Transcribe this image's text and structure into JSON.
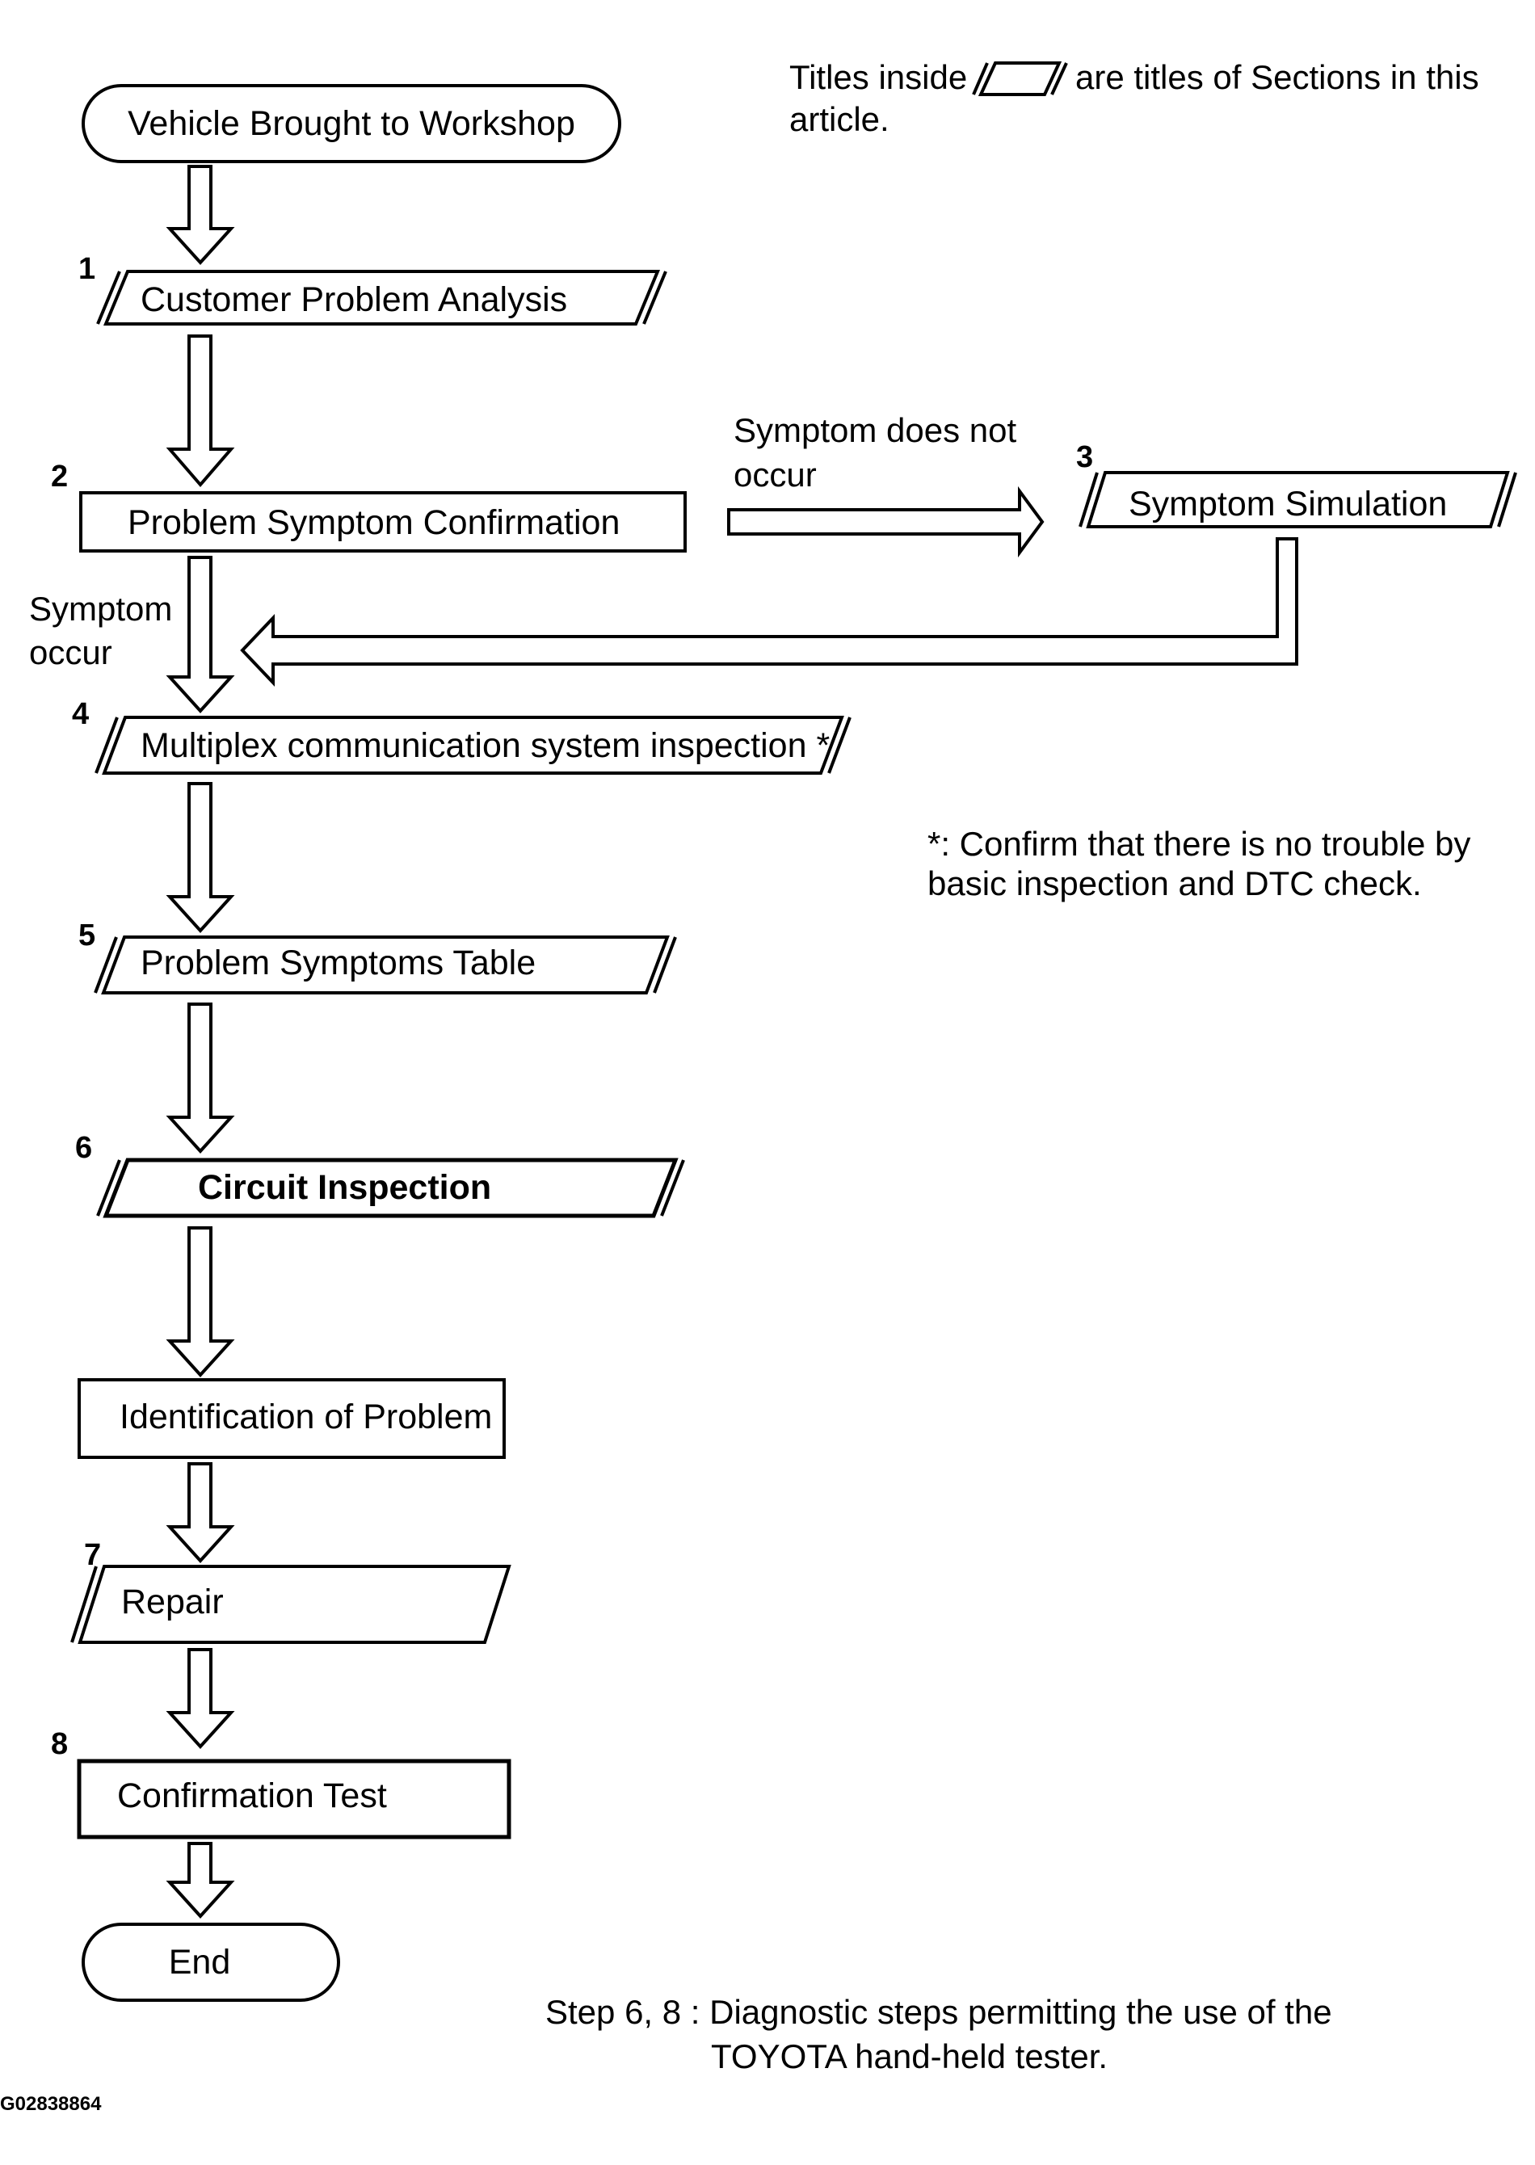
{
  "figure_id": "G02838864",
  "legend": {
    "line1_before": "Titles inside",
    "line1_after": "are titles of Sections in this",
    "line2": "article."
  },
  "nodes": {
    "start": "Vehicle Brought to Workshop",
    "customer_analysis": "Customer Problem Analysis",
    "symptom_confirmation": "Problem Symptom Confirmation",
    "symptom_simulation": "Symptom Simulation",
    "multiplex_inspection": "Multiplex communication system inspection *",
    "symptoms_table": "Problem Symptoms Table",
    "circuit_inspection": "Circuit Inspection",
    "identification": "Identification of Problem",
    "repair": "Repair",
    "confirmation_test": "Confirmation Test",
    "end": "End"
  },
  "step_numbers": {
    "s1": "1",
    "s2": "2",
    "s3": "3",
    "s4": "4",
    "s5": "5",
    "s6": "6",
    "s7": "7",
    "s8": "8"
  },
  "branches": {
    "not_occur_line1": "Symptom does not",
    "not_occur_line2": "occur",
    "occur_line1": "Symptom",
    "occur_line2": "occur"
  },
  "notes": {
    "asterisk_line1": "*: Confirm that there is no trouble by",
    "asterisk_line2": "basic inspection and DTC check.",
    "footer_line1": "Step 6, 8 : Diagnostic steps permitting the use of the",
    "footer_line2": "TOYOTA hand-held tester."
  }
}
